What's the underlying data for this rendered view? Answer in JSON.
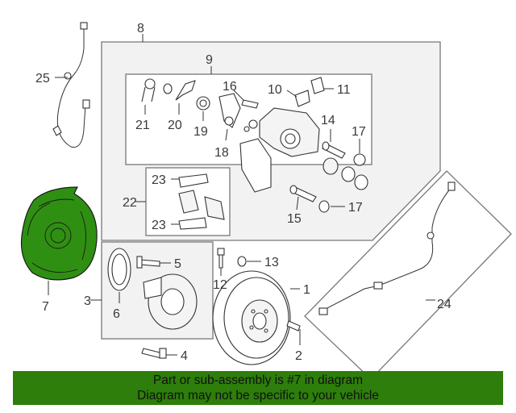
{
  "callouts": {
    "c1": "1",
    "c2": "2",
    "c3": "3",
    "c4": "4",
    "c5": "5",
    "c6": "6",
    "c7": "7",
    "c8": "8",
    "c9": "9",
    "c10": "10",
    "c11": "11",
    "c12": "12",
    "c13": "13",
    "c14": "14",
    "c15": "15",
    "c16": "16",
    "c17a": "17",
    "c17b": "17",
    "c18": "18",
    "c19": "19",
    "c20": "20",
    "c21": "21",
    "c22": "22",
    "c23a": "23",
    "c23b": "23",
    "c24": "24",
    "c25": "25"
  },
  "banner": {
    "line1": "Part or sub-assembly is #7 in diagram",
    "line2": "Diagram may not be specific to your vehicle"
  },
  "colors": {
    "highlight": "#2f8f12",
    "banner": "#2d7e0a"
  }
}
